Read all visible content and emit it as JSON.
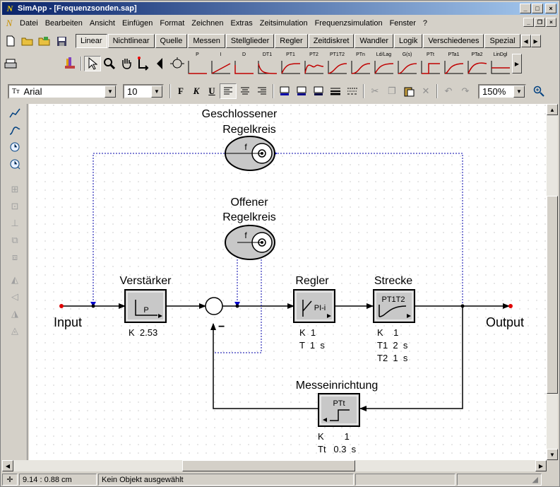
{
  "window": {
    "title": "SimApp - [Frequenzsonden.sap]",
    "app_glyph": "N"
  },
  "menu": [
    "Datei",
    "Bearbeiten",
    "Ansicht",
    "Einfügen",
    "Format",
    "Zeichnen",
    "Extras",
    "Zeitsimulation",
    "Frequenzsimulation",
    "Fenster",
    "?"
  ],
  "toolbar1": {
    "tabs": [
      "Linear",
      "Nichtlinear",
      "Quelle",
      "Messen",
      "Stellglieder",
      "Regler",
      "Zeitdiskret",
      "Wandler",
      "Logik",
      "Verschiedenes",
      "Spezial"
    ],
    "active_tab": "Linear"
  },
  "blocks": [
    "P",
    "I",
    "D",
    "DT1",
    "PT1",
    "PT2",
    "PT1T2",
    "PTn",
    "Ld/Lag",
    "G(s)",
    "PTt",
    "PTa1",
    "PTa2",
    "LinDgl"
  ],
  "format": {
    "font": "Arial",
    "size": "10",
    "zoom": "150%",
    "bold": "F",
    "italic": "K",
    "underline": "U"
  },
  "diagram": {
    "closed_loop_title": [
      "Geschlossener",
      "Regelkreis"
    ],
    "open_loop_title": [
      "Offener",
      "Regelkreis"
    ],
    "probe_symbol": "f",
    "input_label": "Input",
    "output_label": "Output",
    "minus_sign": "−",
    "amplifier": {
      "title": "Verstärker",
      "symbol": "P",
      "params": [
        "K  2.53"
      ]
    },
    "controller": {
      "title": "Regler",
      "symbol": "PI-i",
      "params": [
        "K  1",
        "T  1  s"
      ]
    },
    "plant": {
      "title": "Strecke",
      "symbol": "PT1T2",
      "params": [
        "K    1",
        "T1  2  s",
        "T2  1  s"
      ]
    },
    "sensor": {
      "title": "Messeinrichtung",
      "symbol": "PTt",
      "params": [
        "K        1",
        "Tt   0.3  s"
      ]
    }
  },
  "status": {
    "coords": "9.14 :   0.88 cm",
    "message": "Kein Objekt ausgewählt"
  },
  "colors": {
    "titlebar": "#0a246a",
    "wire": "#000000",
    "probe_wire": "#0000aa",
    "input_dot": "#e00000"
  }
}
